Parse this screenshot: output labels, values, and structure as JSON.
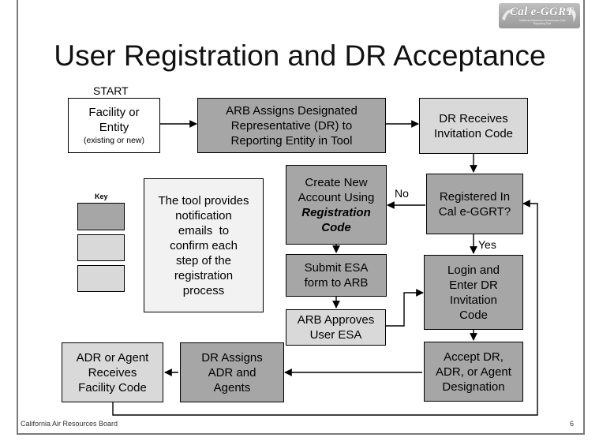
{
  "logo": {
    "text": "Cal e-GGRT",
    "tagline": "California Electronic Greenhouse Gas Reporting Tool"
  },
  "title": "User Registration and DR Acceptance",
  "start_label": "START",
  "nodes": {
    "facility": {
      "line1": "Facility or",
      "line2": "Entity",
      "note": "(existing or new)"
    },
    "arb_assigns": {
      "line1": "ARB Assigns Designated",
      "line2": "Representative (DR) to",
      "line3": "Reporting Entity in Tool"
    },
    "dr_receives": {
      "line1": "DR Receives",
      "line2": "Invitation Code"
    },
    "create_account": {
      "line1": "Create New",
      "line2": "Account Using",
      "line3": "Registration",
      "line4": "Code"
    },
    "registered": {
      "line1": "Registered In",
      "line2": "Cal e-GGRT?"
    },
    "submit_esa": {
      "line1": "Submit ESA",
      "line2": "form to ARB"
    },
    "login": {
      "line1": "Login and",
      "line2": "Enter DR",
      "line3": "Invitation",
      "line4": "Code"
    },
    "arb_approves": {
      "line1": "ARB Approves",
      "line2": "User ESA"
    },
    "accept_dr": {
      "line1": "Accept DR,",
      "line2": "ADR, or Agent",
      "line3": "Designation"
    },
    "dr_assigns": {
      "line1": "DR Assigns",
      "line2": "ADR and",
      "line3": "Agents"
    },
    "adr_receives": {
      "line1": "ADR or Agent",
      "line2": "Receives",
      "line3": "Facility Code"
    }
  },
  "labels": {
    "no": "No",
    "yes": "Yes"
  },
  "key": {
    "title": "Key"
  },
  "note": {
    "lines": [
      "The tool provides",
      "notification",
      "emails  to",
      "confirm each",
      "step of the",
      "registration",
      "process"
    ]
  },
  "footer": {
    "org": "California Air Resources Board",
    "page": "6"
  },
  "colors": {
    "white_box": "#ffffff",
    "light_box": "#d9d9d9",
    "dark_box": "#a6a6a6"
  }
}
